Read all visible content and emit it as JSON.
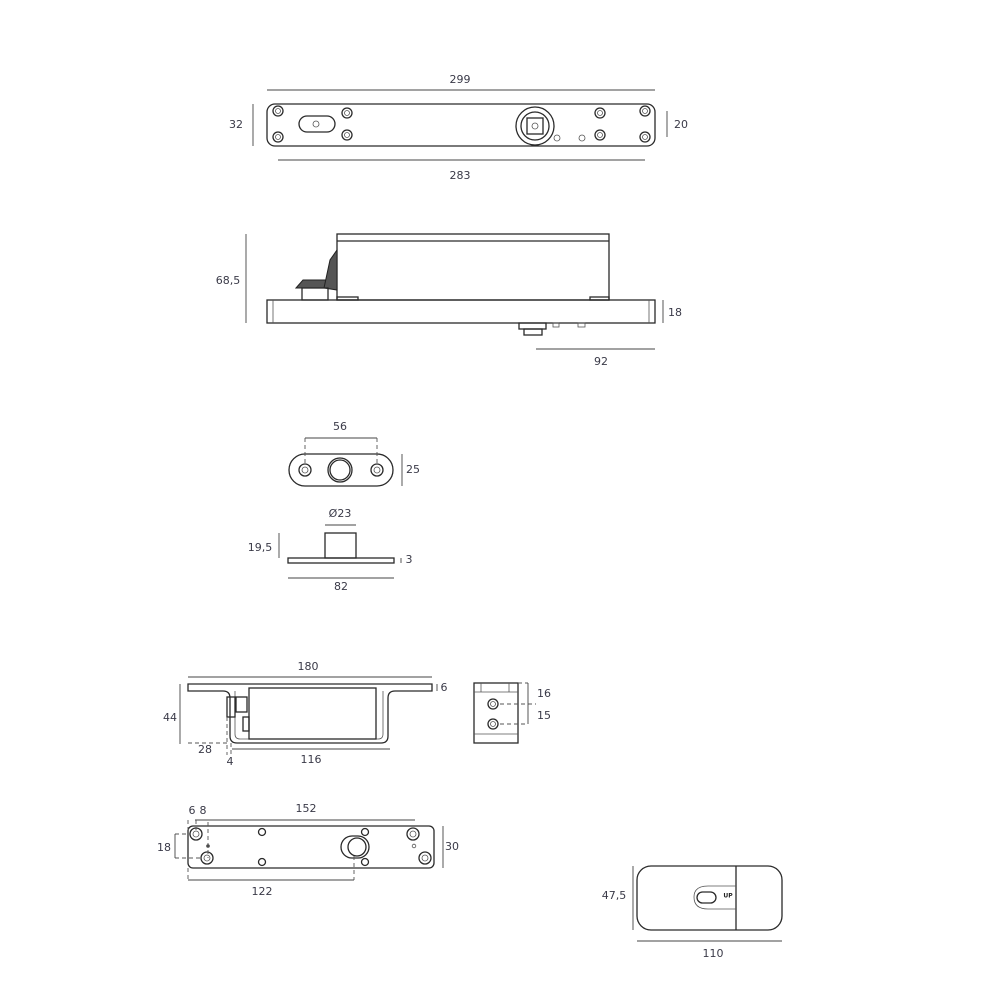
{
  "views": {
    "top_plate": {
      "dims": [
        "299",
        "32",
        "20",
        "283"
      ]
    },
    "side_body": {
      "dims": [
        "68,5",
        "18",
        "92"
      ]
    },
    "strike_plate_top": {
      "dims": [
        "56",
        "25"
      ]
    },
    "strike_plate_side": {
      "dims": [
        "Ø23",
        "19,5",
        "3",
        "82"
      ]
    },
    "bracket_side": {
      "dims": [
        "180",
        "6",
        "44",
        "28",
        "4",
        "116"
      ]
    },
    "bracket_end": {
      "dims": [
        "16",
        "15"
      ]
    },
    "bracket_plate": {
      "dims": [
        "6",
        "8",
        "152",
        "18",
        "30",
        "122"
      ]
    },
    "cover": {
      "dims": [
        "47,5",
        "110"
      ],
      "marking": "UP"
    }
  }
}
